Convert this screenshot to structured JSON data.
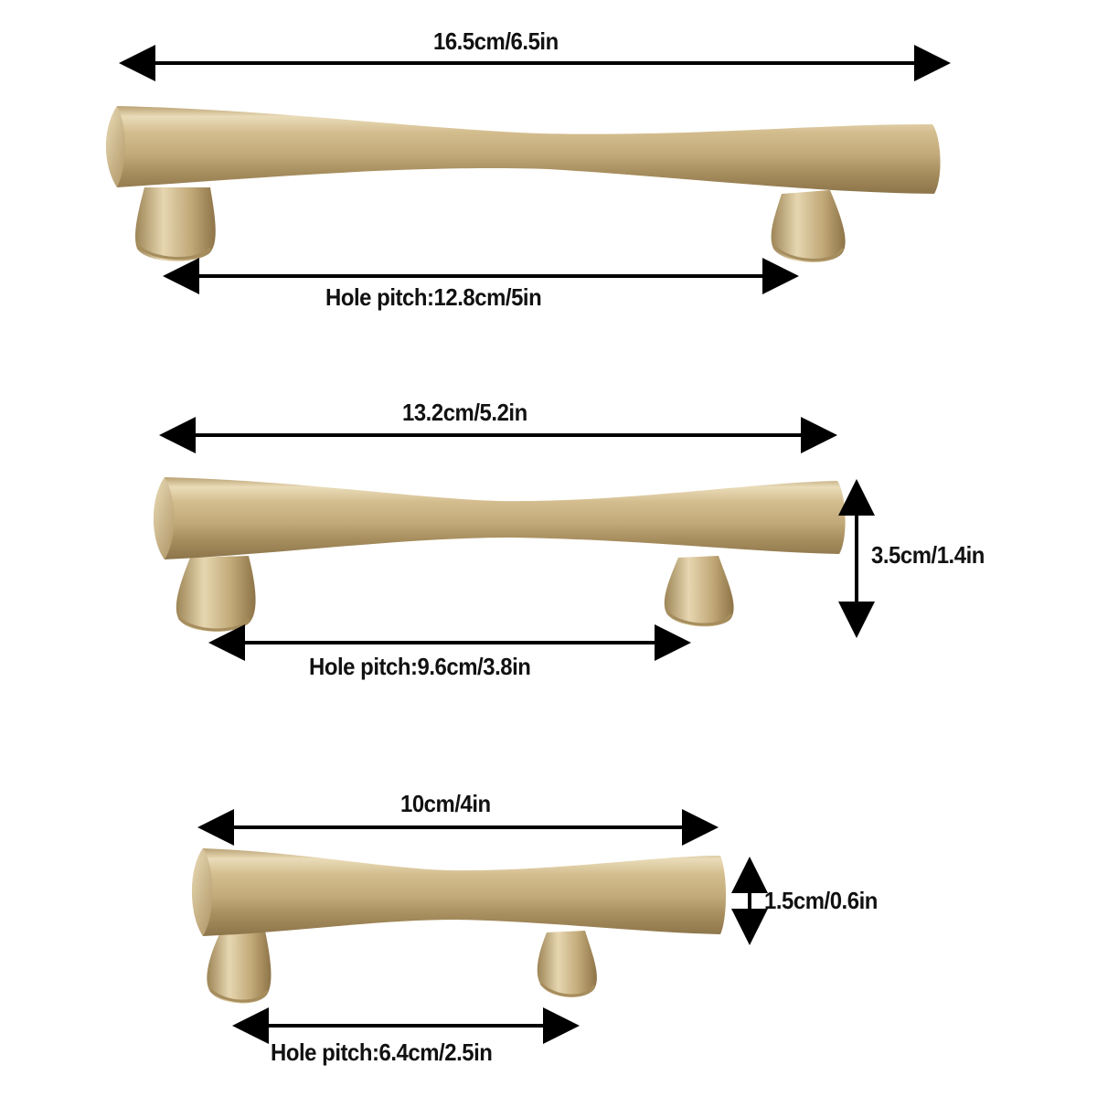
{
  "colors": {
    "background": "#ffffff",
    "arrow": "#000000",
    "brass_light": "#e4d4ad",
    "brass_mid": "#c2aa7a",
    "brass_dark": "#8c744a"
  },
  "handles": [
    {
      "name": "large",
      "length_label": "16.5cm/6.5in",
      "pitch_label": "Hole pitch:12.8cm/5in"
    },
    {
      "name": "medium",
      "length_label": "13.2cm/5.2in",
      "pitch_label": "Hole pitch:9.6cm/3.8in",
      "height_label": "3.5cm/1.4in"
    },
    {
      "name": "small",
      "length_label": "10cm/4in",
      "pitch_label": "Hole pitch:6.4cm/2.5in",
      "height_label": "1.5cm/0.6in"
    }
  ]
}
